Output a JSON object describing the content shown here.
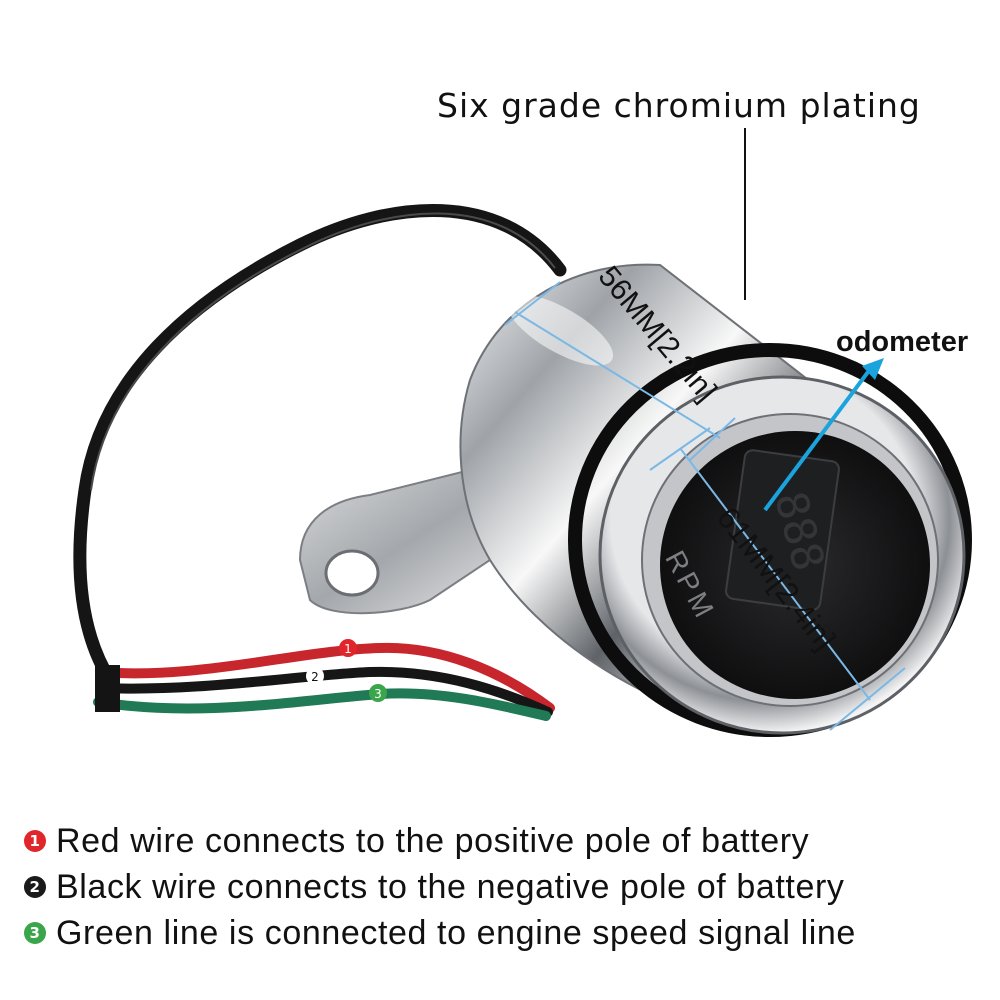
{
  "callouts": {
    "plating": "Six grade chromium plating",
    "odometer": "odometer",
    "dim_56": "56MM[2.2in]",
    "dim_61": "61MM[2.4in]"
  },
  "gauge": {
    "face_label": "RPM",
    "display_digits": "888"
  },
  "wires": {
    "red_badge": "1",
    "black_badge": "2",
    "green_badge": "3"
  },
  "legend": [
    {
      "badge": "1",
      "text": "Red wire connects to the positive pole of battery",
      "color": "#e0252b"
    },
    {
      "badge": "2",
      "text": "Black wire connects to the negative pole of battery",
      "color": "#1a1a1a"
    },
    {
      "badge": "3",
      "text": "Green line is connected to engine speed signal line",
      "color": "#3aa54a"
    }
  ],
  "colors": {
    "dimension_line": "#7ab8e6",
    "pointer_arrow": "#1ba3de",
    "chrome": "#c9ccd0",
    "wire_red": "#c8262d",
    "wire_black": "#161616",
    "wire_green": "#1f7a55"
  }
}
